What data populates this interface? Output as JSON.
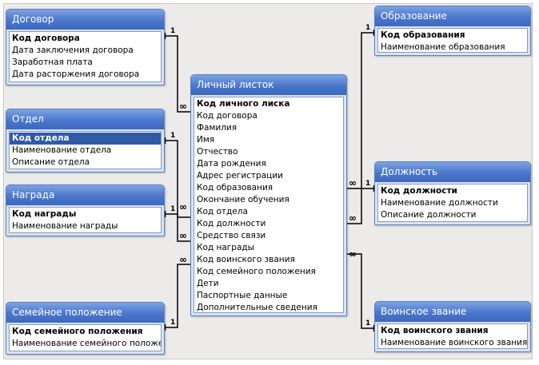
{
  "tables": {
    "dogovor": {
      "title": "Договор",
      "fields": [
        "Код договора",
        "Дата заключения договора",
        "Заработная плата",
        "Дата расторжения договора"
      ]
    },
    "otdel": {
      "title": "Отдел",
      "fields": [
        "Код отдела",
        "Наименование отдела",
        "Описание отдела"
      ]
    },
    "nagrada": {
      "title": "Награда",
      "fields": [
        "Код награды",
        "Наименование награды"
      ]
    },
    "semeinoe": {
      "title": "Семейное положение",
      "fields": [
        "Код семейного положения",
        "Наименование семейного положения"
      ]
    },
    "lichnyi": {
      "title": "Личный листок",
      "fields": [
        "Код личного лиска",
        "Код договора",
        "Фамилия",
        "Имя",
        "Отчество",
        "Дата рождения",
        "Адрес регистрации",
        "Код образования",
        "Окончание обучения",
        "Код отдела",
        "Код должности",
        "Средство связи",
        "Код награды",
        "Код воинского звания",
        "Код семейного положения",
        "Дети",
        "Паспортные данные",
        "Дополнительные сведения"
      ]
    },
    "obrazovanie": {
      "title": "Образование",
      "fields": [
        "Код образования",
        "Наименование образования"
      ]
    },
    "dolzhnost": {
      "title": "Должность",
      "fields": [
        "Код должности",
        "Наименование должности",
        "Описание должности"
      ]
    },
    "voinskoe": {
      "title": "Воинское звание",
      "fields": [
        "Код воинского звания",
        "Наименование воинского звания"
      ]
    }
  },
  "relationships": {
    "one_label": "1",
    "many_label": "∞"
  }
}
